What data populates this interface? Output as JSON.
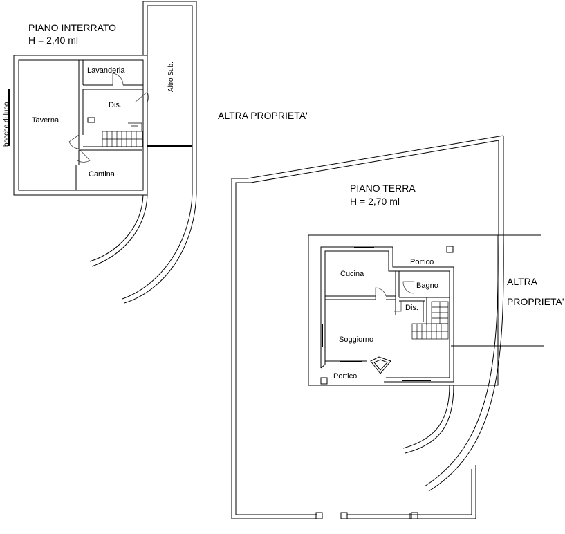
{
  "basement": {
    "title": "PIANO INTERRATO",
    "height": "H = 2,40 ml",
    "rooms": {
      "lavanderia": "Lavanderia",
      "taverna": "Taverna",
      "dis": "Dis.",
      "cantina": "Cantina",
      "altro_sub": "Altro Sub.",
      "bocche_di_lupo": "bocche di lupo"
    }
  },
  "ground_floor": {
    "title": "PIANO TERRA",
    "height": "H = 2,70 ml",
    "rooms": {
      "cucina": "Cucina",
      "portico_top": "Portico",
      "bagno": "Bagno",
      "dis": "Dis.",
      "soggiorno": "Soggiorno",
      "portico_bottom": "Portico"
    }
  },
  "neighbors": {
    "top": "ALTRA PROPRIETA'",
    "right_line1": "ALTRA",
    "right_line2": "PROPRIETA'"
  }
}
